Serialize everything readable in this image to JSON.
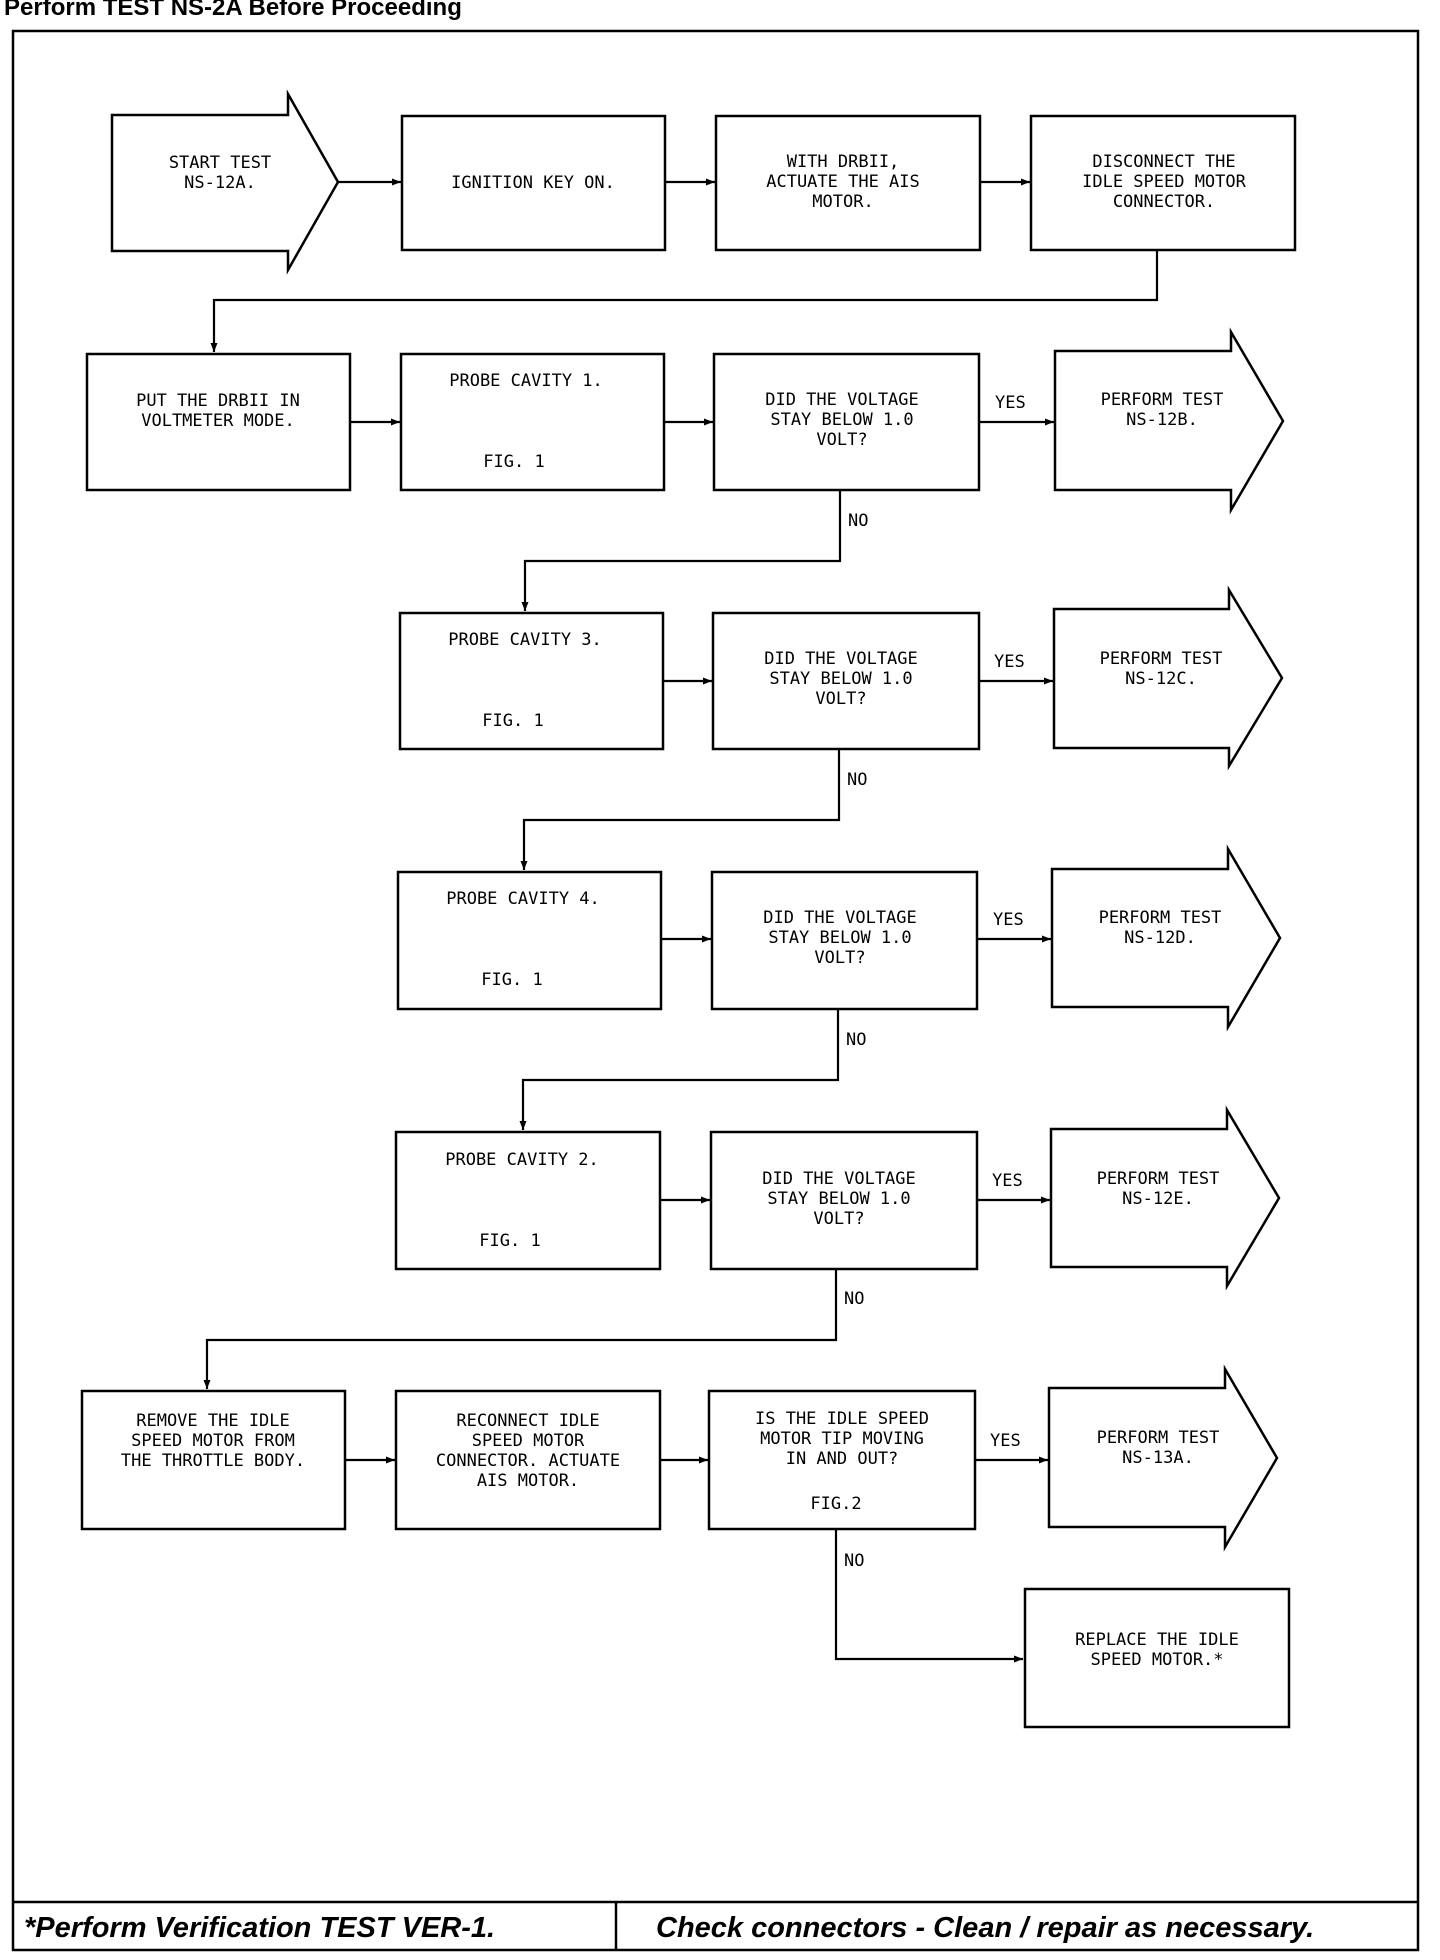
{
  "header": "Perform TEST NS-2A Before Proceeding",
  "nodes": {
    "n_start": [
      "START TEST",
      "NS-12A."
    ],
    "n_ign": [
      "IGNITION KEY ON."
    ],
    "n_act": [
      "WITH DRBII,",
      "ACTUATE THE AIS",
      "MOTOR."
    ],
    "n_disc": [
      "DISCONNECT THE",
      "IDLE SPEED MOTOR",
      "CONNECTOR."
    ],
    "n_volt": [
      "PUT THE DRBII IN",
      "VOLTMETER MODE."
    ],
    "n_p1": [
      "PROBE CAVITY 1."
    ],
    "n_p1fig": [
      "FIG. 1"
    ],
    "n_q1": [
      "DID THE VOLTAGE",
      "STAY BELOW 1.0",
      "VOLT?"
    ],
    "n_r1": [
      "PERFORM TEST",
      "NS-12B."
    ],
    "n_p3": [
      "PROBE CAVITY 3."
    ],
    "n_p3fig": [
      "FIG. 1"
    ],
    "n_q2": [
      "DID THE VOLTAGE",
      "STAY BELOW 1.0",
      "VOLT?"
    ],
    "n_r2": [
      "PERFORM TEST",
      "NS-12C."
    ],
    "n_p4": [
      "PROBE CAVITY 4."
    ],
    "n_p4fig": [
      "FIG. 1"
    ],
    "n_q3": [
      "DID THE VOLTAGE",
      "STAY BELOW 1.0",
      "VOLT?"
    ],
    "n_r3": [
      "PERFORM TEST",
      "NS-12D."
    ],
    "n_p2": [
      "PROBE CAVITY 2."
    ],
    "n_p2fig": [
      "FIG. 1"
    ],
    "n_q4": [
      "DID THE VOLTAGE",
      "STAY BELOW 1.0",
      "VOLT?"
    ],
    "n_r4": [
      "PERFORM TEST",
      "NS-12E."
    ],
    "n_rem": [
      "REMOVE THE IDLE",
      "SPEED MOTOR FROM",
      "THE THROTTLE BODY."
    ],
    "n_rec": [
      "RECONNECT IDLE",
      "SPEED MOTOR",
      "CONNECTOR. ACTUATE",
      "AIS MOTOR."
    ],
    "n_q5": [
      "IS THE IDLE SPEED",
      "MOTOR TIP MOVING",
      "IN AND OUT?"
    ],
    "n_q5fig": [
      "FIG.2"
    ],
    "n_r5": [
      "PERFORM TEST",
      "NS-13A."
    ],
    "n_rep": [
      "REPLACE THE IDLE",
      "SPEED MOTOR.*"
    ]
  },
  "labels": {
    "yes1": "YES",
    "no1": "NO",
    "yes2": "YES",
    "no2": "NO",
    "yes3": "YES",
    "no3": "NO",
    "yes4": "YES",
    "no4": "NO",
    "yes5": "YES",
    "no5": "NO"
  },
  "footer": {
    "left": "*Perform Verification TEST VER-1.",
    "right": "Check connectors - Clean / repair as necessary."
  }
}
